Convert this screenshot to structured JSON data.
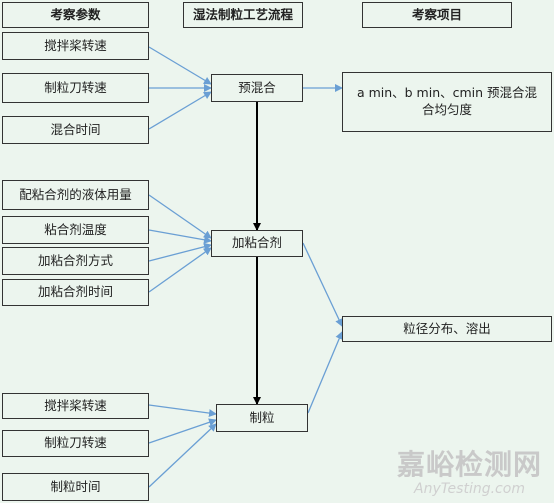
{
  "headers": {
    "params": "考察参数",
    "process": "湿法制粒工艺流程",
    "items": "考察项目"
  },
  "stage1": {
    "params": [
      "搅拌桨转速",
      "制粒刀转速",
      "混合时间"
    ],
    "process": "预混合",
    "result": "a min、b min、cmin 预混合混合均匀度"
  },
  "stage2": {
    "params": [
      "配粘合剂的液体用量",
      "粘合剂温度",
      "加粘合剂方式",
      "加粘合剂时间"
    ],
    "process": "加粘合剂"
  },
  "stage3": {
    "params": [
      "搅拌桨转速",
      "制粒刀转速",
      "制粒时间"
    ],
    "process": "制粒"
  },
  "result2": "粒径分布、溶出",
  "watermark": {
    "cn": "嘉峪检测网",
    "en": "AnyTesting.com"
  },
  "colors": {
    "arrow_blue": "#6a9fd4",
    "arrow_black": "#000000",
    "background": "#ecf5ee"
  }
}
